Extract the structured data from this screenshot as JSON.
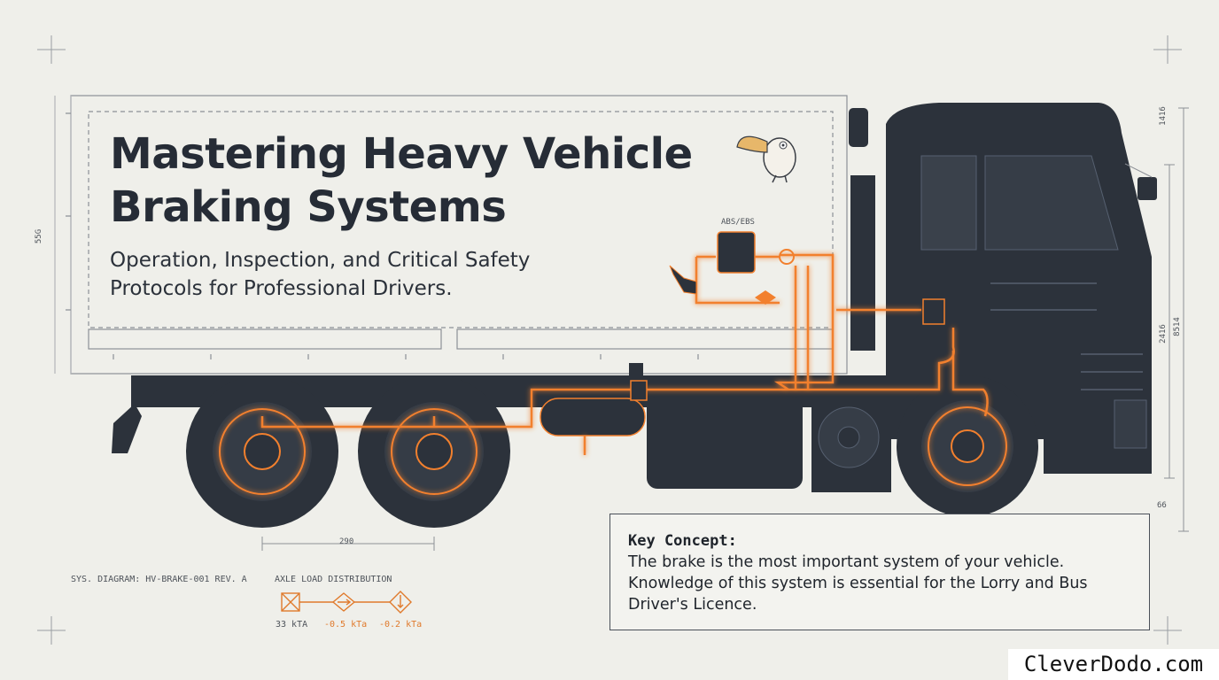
{
  "title": "Mastering Heavy Vehicle Braking Systems",
  "subtitle": "Operation, Inspection, and Critical Safety Protocols for Professional Drivers.",
  "diagram": {
    "abs_label": "ABS/EBS",
    "dimensions": {
      "left_height": "55G",
      "wheelbase": "290",
      "right_cab_a": "2416",
      "right_cab_b": "8514",
      "right_top": "1416",
      "right_bottom": "66"
    },
    "footer_id": "SYS. DIAGRAM: HV-BRAKE-001 REV. A",
    "axle_load": {
      "title": "AXLE LOAD DISTRIBUTION",
      "values": [
        "33 kTA",
        "-0.5 kTa",
        "-0.2 kTa"
      ]
    }
  },
  "key_concept": {
    "title": "Key Concept:",
    "text": "The brake is the most important system of your vehicle. Knowledge of this system is essential for the Lorry and Bus Driver's Licence."
  },
  "brand": "CleverDodo.com",
  "colors": {
    "background": "#efefea",
    "ink": "#262c36",
    "brake_line": "#f2802e",
    "line_art": "#8c9096"
  },
  "icons": [
    "dodo-mascot-icon",
    "truck-illustration",
    "abs-ebs-module-icon",
    "air-tank-icon",
    "brake-drum-icon"
  ]
}
